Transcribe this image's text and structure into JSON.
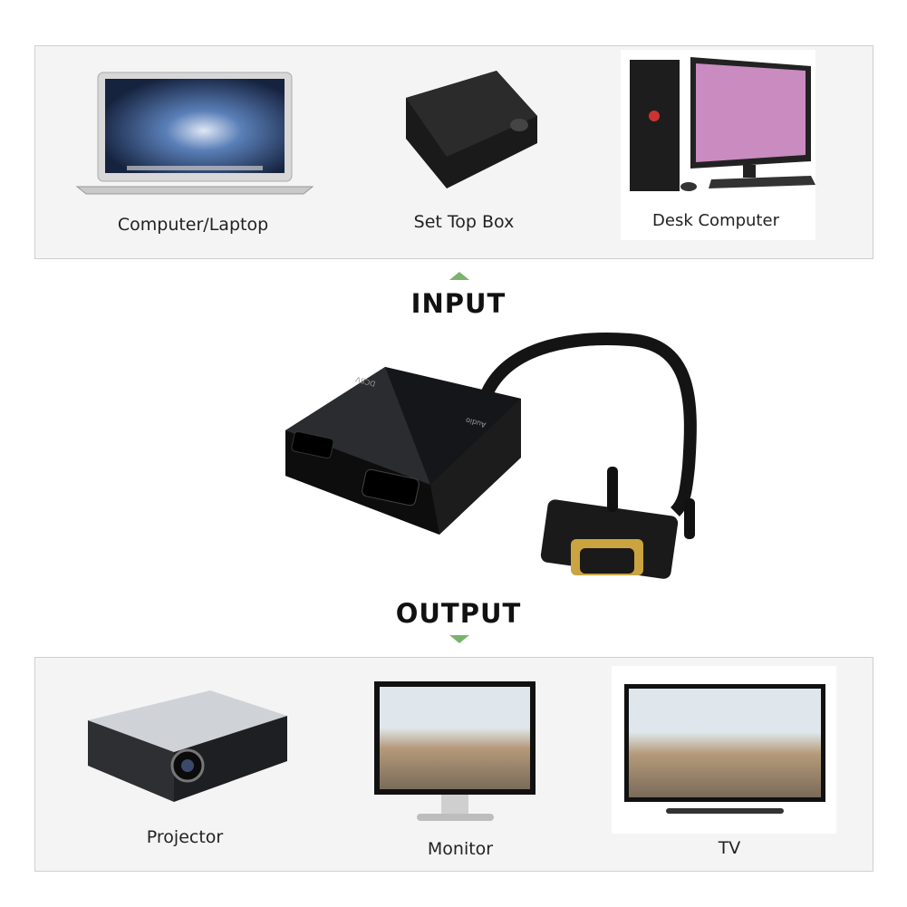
{
  "input": {
    "heading": "INPUT",
    "devices": [
      {
        "label": "Computer/Laptop",
        "icon": "laptop-icon"
      },
      {
        "label": "Set Top Box",
        "icon": "set-top-box-icon"
      },
      {
        "label": "Desk Computer",
        "icon": "desktop-computer-icon"
      }
    ]
  },
  "output": {
    "heading": "OUTPUT",
    "devices": [
      {
        "label": "Projector",
        "icon": "projector-icon"
      },
      {
        "label": "Monitor",
        "icon": "monitor-icon"
      },
      {
        "label": "TV",
        "icon": "tv-icon"
      }
    ]
  },
  "product": {
    "port_labels": [
      "DC5V",
      "Audio"
    ]
  },
  "colors": {
    "arrow": "#7ab36a",
    "panel_border": "#cfcfcf",
    "panel_bg": "#f4f4f4"
  }
}
